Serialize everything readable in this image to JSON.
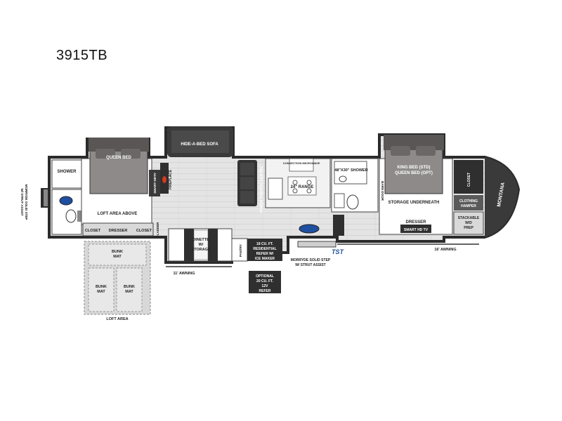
{
  "model": "3915TB",
  "labels": {
    "shower": "SHOWER",
    "queen_bed": "QUEEN BED",
    "hide_a_bed": "HIDE-A-BED SOFA",
    "theatre_seating": "POWER THEATRE SEATING",
    "convection": "CONVECTION MICROWAVE",
    "range": "24\" RANGE",
    "shower_48": "48\"X30\" SHOWER",
    "king_bed_1": "KING BED (STD)",
    "king_bed_2": "QUEEN BED (OPT)",
    "closet_front": "CLOSET",
    "clothing_hamper_1": "CLOTHING",
    "clothing_hamper_2": "HAMPER",
    "stackable_1": "STACKABLE",
    "stackable_2": "W/D",
    "stackable_3": "PREP",
    "storage_underneath_left": "STORAGE UNDERNEATH",
    "loft_area_above": "LOFT AREA ABOVE",
    "closet_left": "CLOSET",
    "dresser_left": "DRESSER",
    "closet_right": "CLOSET",
    "smart_hdtv": "SMART HDTV",
    "fireplace": "FIREPLACE",
    "ladder": "LADDER",
    "barn_door": "BARN DOOR",
    "storage_underneath_right": "STORAGE UNDERNEATH",
    "dresser_right": "DRESSER",
    "smart_hd_tv": "SMART HD TV",
    "dinette_1": "DINETTE",
    "dinette_2": "W/",
    "dinette_3": "STORAGE",
    "pantry": "PANTRY",
    "refer_1": "18 CU. FT.",
    "refer_2": "RESIDENTIAL",
    "refer_3": "REFER W/",
    "refer_4": "ICE MAKER",
    "opt_1": "OPTIONAL",
    "opt_2": "20 CU. FT.",
    "opt_3": "12V",
    "opt_4": "REFER",
    "awning_16": "16' AWNING",
    "awning_11": "11' AWNING",
    "morryde_1": "MORRYDE SOLID STEP",
    "morryde_2": "W/ STRUT ASSIST",
    "tst": "TST",
    "rear_step_1": "MORRYDE SOLID STEP",
    "rear_step_2": "W/ STRUT ASSIST",
    "bunk_mat_top_1": "BUNK",
    "bunk_mat_top_2": "MAT",
    "bunk_mat_left_1": "BUNK",
    "bunk_mat_left_2": "MAT",
    "bunk_mat_right_1": "BUNK",
    "bunk_mat_right_2": "MAT",
    "loft_area": "LOFT AREA",
    "brand": "MONTANA"
  }
}
